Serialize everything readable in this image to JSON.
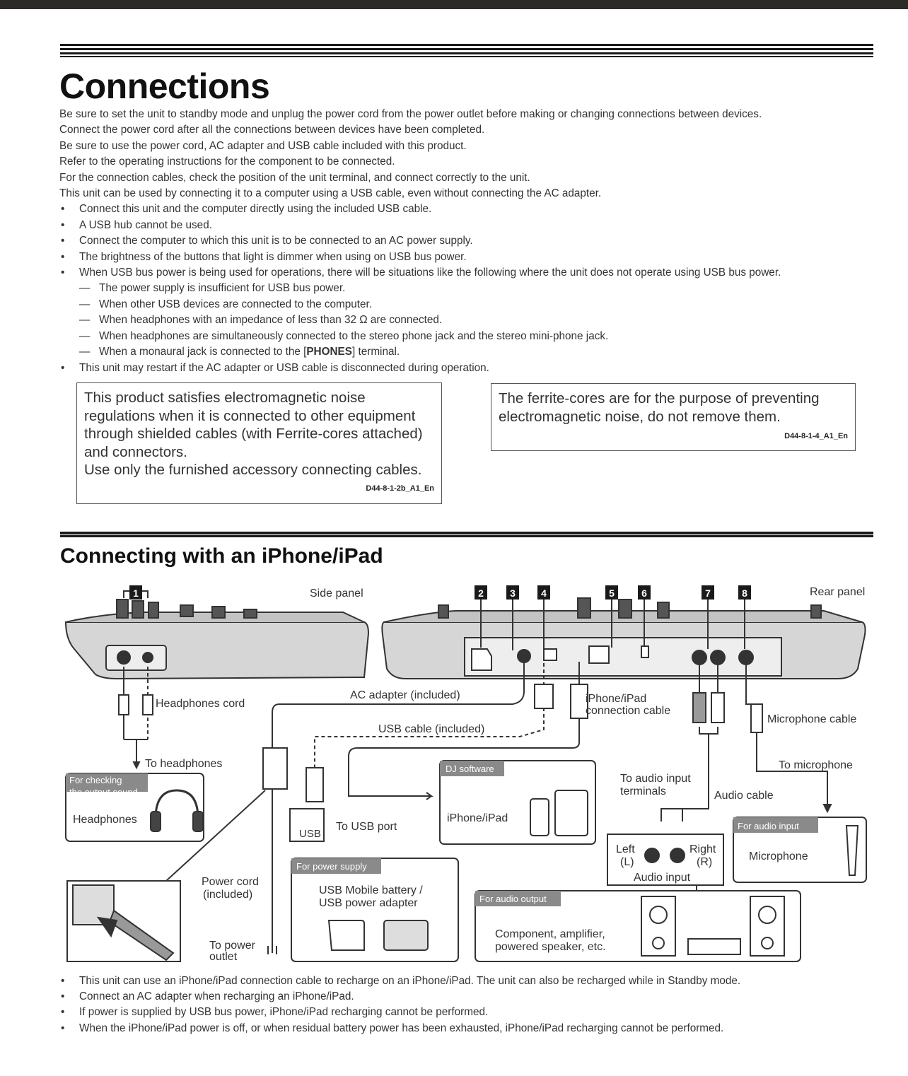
{
  "title": "Connections",
  "intro_lines": [
    "Be sure to set the unit to standby mode and unplug the power cord from the power outlet before making or changing connections between devices.",
    "Connect the power cord after all the connections between devices have been completed.",
    "Be sure to use the power cord, AC adapter and USB cable included with this product.",
    "Refer to the operating instructions for the component to be connected.",
    "For the connection cables, check the position of the unit terminal, and connect correctly to the unit.",
    "This unit can be used by connecting it to a computer using a USB cable, even without connecting the AC adapter."
  ],
  "bullets": [
    "Connect this unit and the computer directly using the included USB cable.",
    "A USB hub cannot be used.",
    "Connect the computer to which this unit is to be connected to an AC power supply.",
    "The brightness of the buttons that light is dimmer when using on USB bus power.",
    "When USB bus power is being used for operations, there will be situations like the following where the unit does not operate using USB bus power."
  ],
  "sub_bullets": [
    "The power supply is insufficient for USB bus power.",
    "When other USB devices are connected to the computer.",
    "When headphones with an impedance of less than 32 Ω are connected.",
    "When headphones are simultaneously connected to the stereo phone jack and the stereo mini-phone jack.",
    "When a monaural jack is connected to the [PHONES] terminal."
  ],
  "last_bullet": "This unit may restart if the AC adapter or USB cable is disconnected during operation.",
  "notice_left": {
    "lines": [
      "This product satisfies electromagnetic noise",
      "regulations when it is connected to other equipment",
      "through shielded cables (with Ferrite-cores attached)",
      "and connectors.",
      "Use only the furnished accessory connecting cables."
    ],
    "code": "D44-8-1-2b_A1_En"
  },
  "notice_right": {
    "lines": [
      "The ferrite-cores are for the purpose of preventing",
      "electromagnetic noise, do not remove them."
    ],
    "code": "D44-8-1-4_A1_En"
  },
  "section_title": "Connecting with an iPhone/iPad",
  "diagram": {
    "side_panel": "Side panel",
    "rear_panel": "Rear panel",
    "numbers": [
      "1",
      "2",
      "3",
      "4",
      "5",
      "6",
      "7",
      "8"
    ],
    "headphones_cord": "Headphones cord",
    "to_headphones": "To headphones",
    "checking_tag_1": "For checking",
    "checking_tag_2": "the output sound",
    "headphones": "Headphones",
    "ac_adapter": "AC adapter (included)",
    "usb_cable": "USB cable (included)",
    "iphone_cable_1": "iPhone/iPad",
    "iphone_cable_2": "connection cable",
    "mic_cable": "Microphone cable",
    "to_microphone": "To microphone",
    "dj_software_tag": "DJ software",
    "iphone_ipad": "iPhone/iPad",
    "to_audio_input_1": "To audio input",
    "to_audio_input_2": "terminals",
    "audio_cable": "Audio cable",
    "usb_label": "USB",
    "to_usb_port": "To USB port",
    "for_audio_input": "For audio input",
    "microphone": "Microphone",
    "left_1": "Left",
    "left_2": "(L)",
    "right_1": "Right",
    "right_2": "(R)",
    "audio_input": "Audio input",
    "power_cord_1": "Power cord",
    "power_cord_2": "(included)",
    "for_power_supply": "For power supply",
    "usb_battery_1": "USB Mobile battery /",
    "usb_battery_2": "USB power adapter",
    "for_audio_output": "For audio output",
    "component_1": "Component, amplifier,",
    "component_2": "powered speaker, etc.",
    "to_power_1": "To power",
    "to_power_2": "outlet"
  },
  "notes": [
    "This unit can use an iPhone/iPad connection cable to recharge on an iPhone/iPad. The unit can also be recharged while in Standby mode.",
    "Connect an AC adapter when recharging an iPhone/iPad.",
    "If power is supplied by USB bus power, iPhone/iPad recharging cannot be performed.",
    "When the iPhone/iPad power is off, or when residual battery power has been exhausted, iPhone/iPad recharging cannot be performed."
  ]
}
